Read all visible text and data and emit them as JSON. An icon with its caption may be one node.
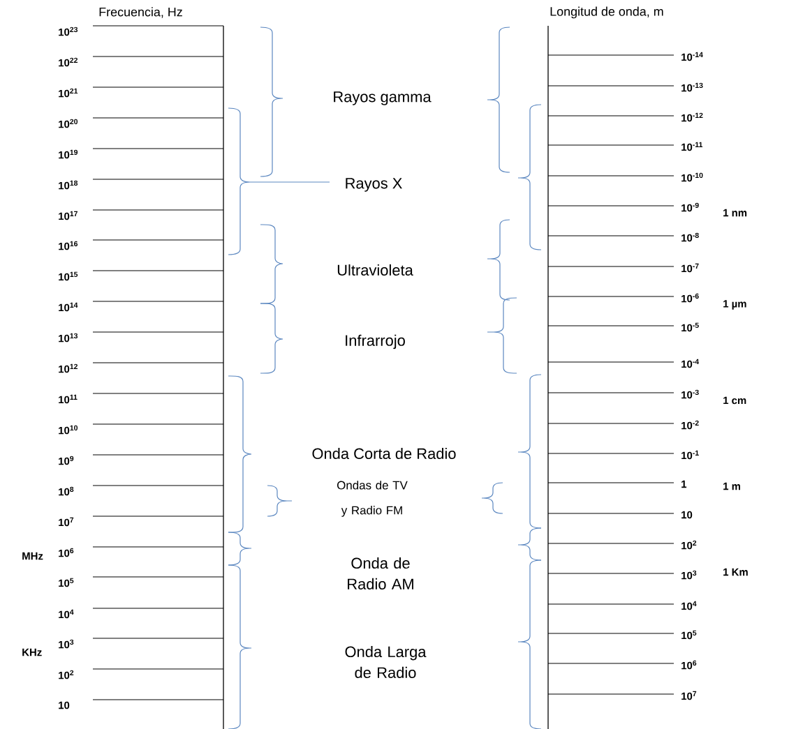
{
  "diagram": {
    "labels": [
      "Frecuencia, Hz",
      "Longitud de onda, m",
      "10$^{23}$",
      "10$^{22}$",
      "10$^{21}$",
      "10$^{20}$",
      "10$^{19}$",
      "10$^{18}$",
      "10$^{17}$",
      "10$^{16}$",
      "10$^{15}$",
      "10$^{14}$",
      "10$^{13}$",
      "10$^{12}$",
      "10$^{11}$",
      "10$^{10}$",
      "10$^{9}$",
      "10$^{8}$",
      "10$^{7}$",
      "10$^{6}$",
      "10$^{5}$",
      "10$^{4}$",
      "10$^{3}$",
      "10$^{2}$",
      "10",
      "Rayos gamma",
      "Rayos X",
      "Ultravioleta",
      "Infrarrojo",
      "Onda Corta de Radio",
      "Ondas de TV y Radio FM",
      "Onda de Radio AM",
      "Onda Larga de Radio",
      "10$^{-14}$",
      "10$^{-13}$",
      "10$^{-12}$",
      "10$^{-11}$",
      "10$^{-10}$",
      "10$^{-9}$",
      "10$^{-8}$",
      "10$^{-7}$",
      "10$^{-6}$",
      "10$^{-5}$",
      "10$^{-4}$",
      "10$^{-3}$",
      "10$^{-2}$",
      "10$^{-1}$",
      "1",
      "10",
      "10$^{2}$",
      "10$^{3}$",
      "10$^{4}$",
      "10$^{5}$",
      "10$^{6}$",
      "10$^{7}$",
      "1 nm",
      "1 µm",
      "1 cm",
      "1 m",
      "1 Km",
      "MHz",
      "KHz"
    ]
  }
}
